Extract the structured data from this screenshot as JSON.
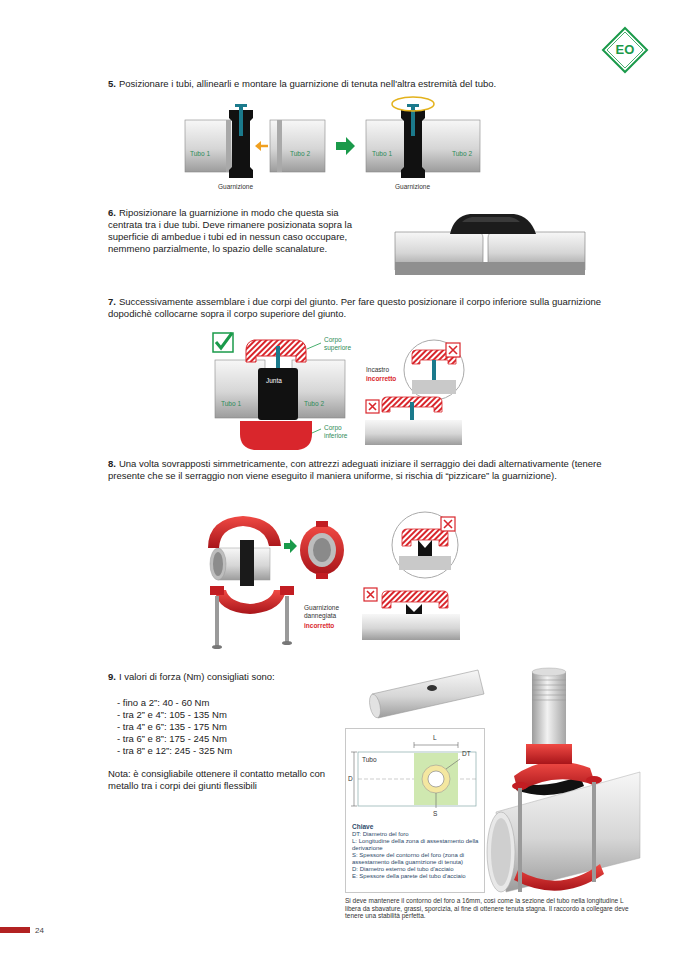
{
  "diagram": {
    "nodes": [
      {
        "text": [
          "Chiave",
          "DT: Diametro del foro",
          "L: Longitudine della zona di assestamento della derivazione",
          "S: Spessore del contorno del foro (zona di assestamento della guarnizione di tenuta)",
          "D: Diametro esterno del tubo d'acciaio",
          "E: Spessore della parete del tubo d'acciaio"
        ]
      }
    ],
    "labels": [
      "EO",
      "5.",
      "Posizionare i tubi, allinearli e montare la guarnizione di tenuta nell'altra estremità del tubo.",
      "Tubo 1",
      "Tubo 2",
      "Guarnizione",
      "Tubo 1",
      "Tubo 2",
      "Guarnizione",
      "6.",
      "Riposizionare la guarnizione in modo che questa sia centrata tra i due tubi. Deve rimanere posizionata sopra la superficie di ambedue i tubi ed in nessun caso occupare, nemmeno parzialmente, lo spazio delle scanalature.",
      "7.",
      "Successivamente assemblare i due corpi del giunto. Per fare questo posizionare il corpo inferiore sulla guarnizione dopodichè collocarne sopra il corpo superiore del giunto.",
      "Corpo superiore",
      "Tubo 1",
      "Junta",
      "Tubo 2",
      "Corpo inferiore",
      "Incastro",
      "incorretto",
      "8.",
      "Una volta sovrapposti simmetricamente, con attrezzi adeguati iniziare il serraggio dei dadi alternativamente (tenere presente che se il serraggio non viene eseguito il maniera uniforme, si rischia di “pizzicare” la guarnizione).",
      "Guarnizione dannegiata",
      "incorretto",
      "9.",
      "I valori di forza (Nm) consigliati sono:",
      "- fino a 2”: 40 - 60 Nm",
      "- tra 2” e 4”: 105 - 135 Nm",
      "- tra 4” e 6”: 135 - 175 Nm",
      "- tra 6” e 8”: 175 - 245 Nm",
      "- tra 8” e 12”: 245 - 325 Nm",
      "Nota: è consigliabile ottenere il contatto metallo con metallo tra i corpi dei giunti flessibili",
      "Tubo",
      "D",
      "L",
      "DT",
      "S",
      "Si deve mantenere il contorno del foro a 16mm, così come la sezione del tubo nella longitudine L libera da sbavature, grassi, sporcizia, al fine di ottenere tenuta stagna. Il raccordo a collegare deve tenere una stabilità perfetta.",
      "24"
    ]
  }
}
